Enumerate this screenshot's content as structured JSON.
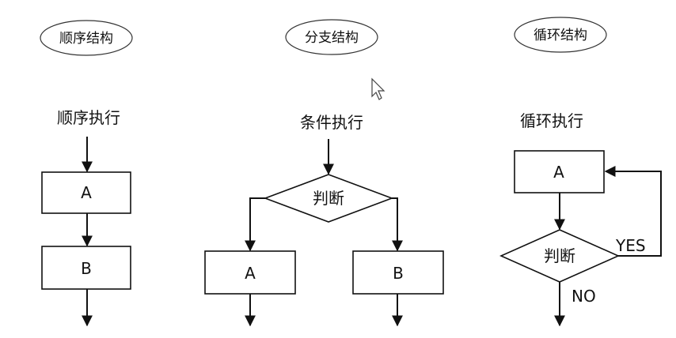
{
  "structures": {
    "sequence": {
      "name": "顺序结构",
      "heading": "顺序执行",
      "box_a": "A",
      "box_b": "B"
    },
    "branch": {
      "name": "分支结构",
      "heading": "条件执行",
      "decision": "判断",
      "box_left": "A",
      "box_right": "B"
    },
    "loop": {
      "name": "循环结构",
      "heading": "循环执行",
      "box_a": "A",
      "decision": "判断",
      "yes_label": "YES",
      "no_label": "NO"
    }
  },
  "colors": {
    "stroke": "#111111",
    "background": "#ffffff"
  }
}
